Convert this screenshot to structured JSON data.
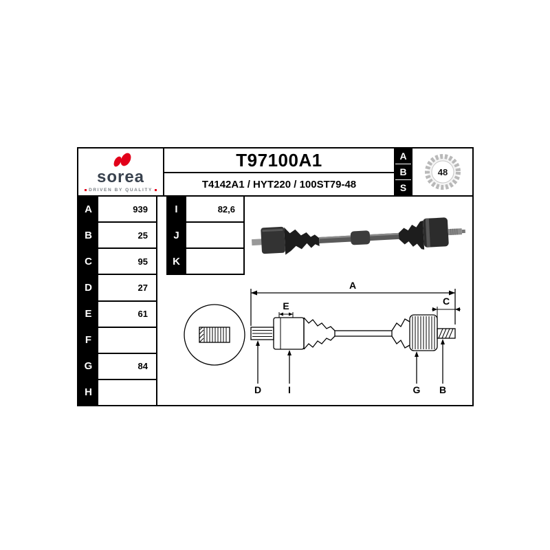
{
  "brand": {
    "name": "sorea",
    "tagline": "DRIVEN BY QUALITY"
  },
  "header": {
    "part_number": "T97100A1",
    "references": "T4142A1 / HYT220 / 100ST79-48",
    "abs_letters": [
      "A",
      "B",
      "S"
    ],
    "tooth_count": "48"
  },
  "specs": {
    "rows": [
      {
        "label": "A",
        "value": "939"
      },
      {
        "label": "B",
        "value": "25"
      },
      {
        "label": "C",
        "value": "95"
      },
      {
        "label": "D",
        "value": "27"
      },
      {
        "label": "E",
        "value": "61"
      },
      {
        "label": "F",
        "value": ""
      },
      {
        "label": "G",
        "value": "84"
      },
      {
        "label": "H",
        "value": ""
      }
    ]
  },
  "specs_secondary": {
    "rows": [
      {
        "label": "I",
        "value": "82,6"
      },
      {
        "label": "J",
        "value": ""
      },
      {
        "label": "K",
        "value": ""
      }
    ]
  },
  "diagram": {
    "labels": {
      "a": "A",
      "e": "E",
      "c": "C",
      "d": "D",
      "i": "I",
      "g": "G",
      "b": "B"
    }
  }
}
